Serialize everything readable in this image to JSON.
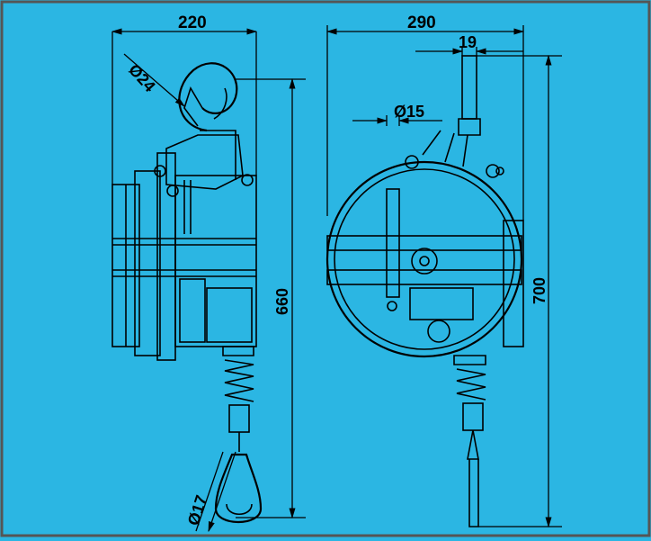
{
  "colors": {
    "background": "#2bb6e3",
    "line": "#000000",
    "border": "#555555"
  },
  "dimensions": {
    "side_width": "220",
    "hook_diameter": "Ø24",
    "side_height": "660",
    "carabiner_diameter": "Ø17",
    "front_width": "290",
    "top_offset": "19",
    "hole_diameter": "Ø15",
    "front_height": "700"
  },
  "views": [
    "side-view",
    "front-view"
  ]
}
